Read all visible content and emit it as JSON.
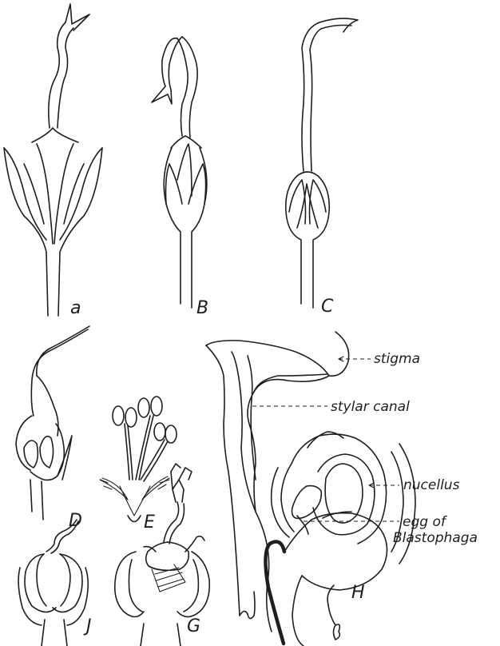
{
  "figure_letters": {
    "a": "a",
    "b": "B",
    "c": "C",
    "d": "D",
    "e": "E",
    "h": "H",
    "j": "J",
    "g": "G"
  },
  "labels": {
    "stigma": "stigma",
    "stylar_canal": "stylar canal",
    "nucellus": "nucellus",
    "egg_line1": "egg of",
    "egg_line2": "Blastophaga"
  }
}
